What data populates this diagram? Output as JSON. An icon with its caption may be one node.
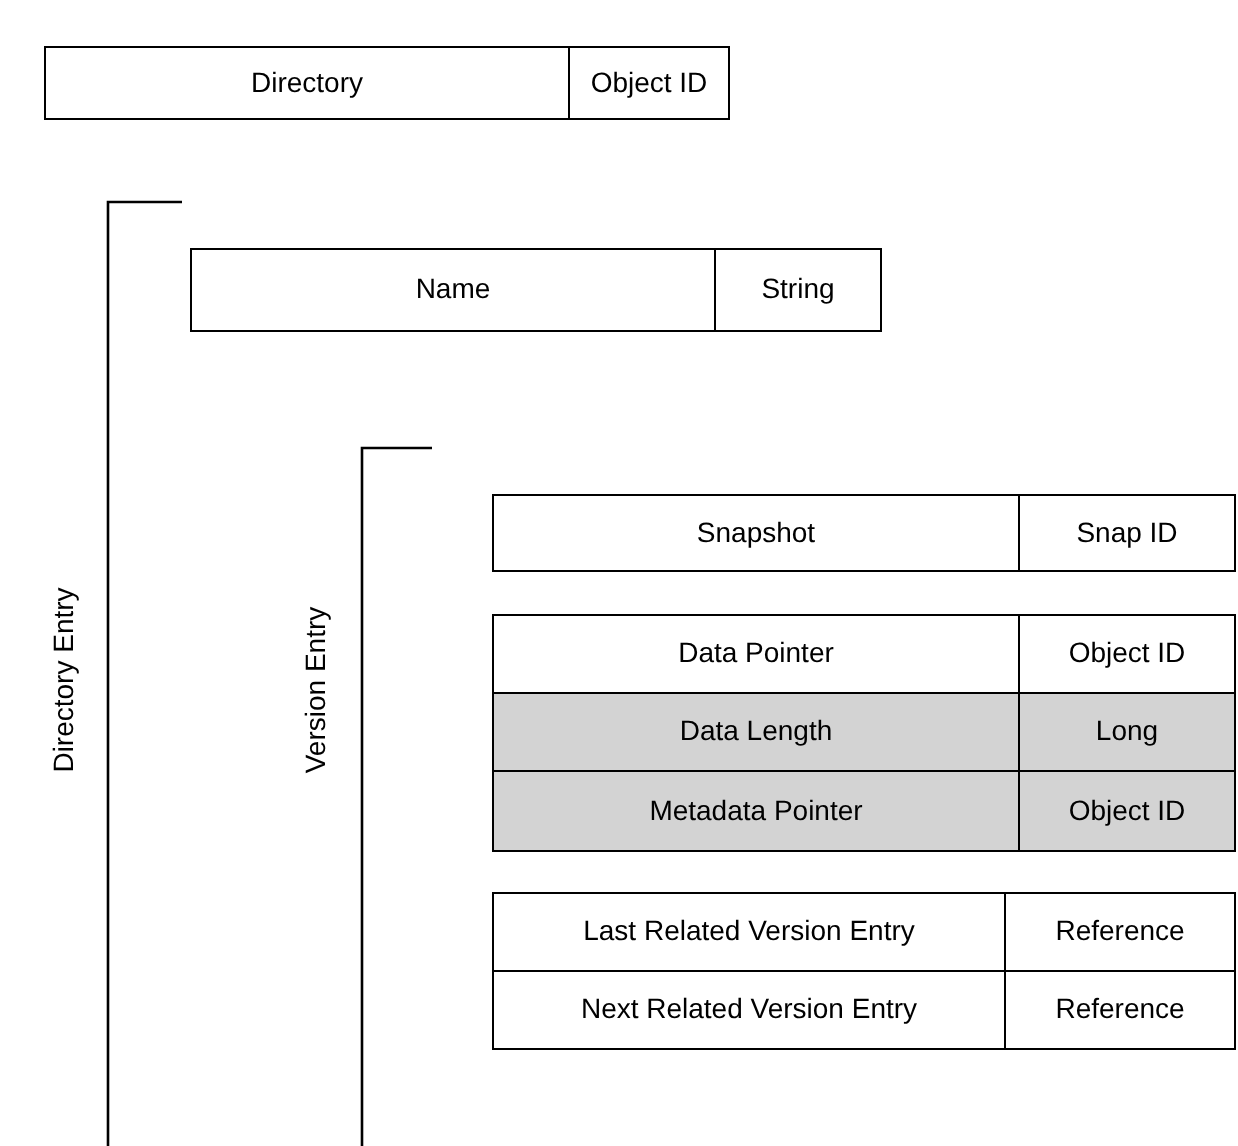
{
  "diagram": {
    "nodes": [
      {
        "text": [
          "Directory"
        ]
      },
      {
        "text": [
          "Object ID"
        ]
      },
      {
        "text": [
          "Name"
        ]
      },
      {
        "text": [
          "String"
        ]
      },
      {
        "text": [
          "Snapshot"
        ]
      },
      {
        "text": [
          "Snap ID"
        ]
      },
      {
        "text": [
          "Data Pointer"
        ]
      },
      {
        "text": [
          "Object ID"
        ]
      },
      {
        "text": [
          "Data Length"
        ]
      },
      {
        "text": [
          "Long"
        ]
      },
      {
        "text": [
          "Metadata Pointer"
        ]
      },
      {
        "text": [
          "Object ID"
        ]
      },
      {
        "text": [
          "Last Related Version Entry"
        ]
      },
      {
        "text": [
          "Reference"
        ]
      },
      {
        "text": [
          "Next Related Version Entry"
        ]
      },
      {
        "text": [
          "Reference"
        ]
      }
    ],
    "labels": [
      "Directory Entry",
      "Version Entry"
    ]
  }
}
